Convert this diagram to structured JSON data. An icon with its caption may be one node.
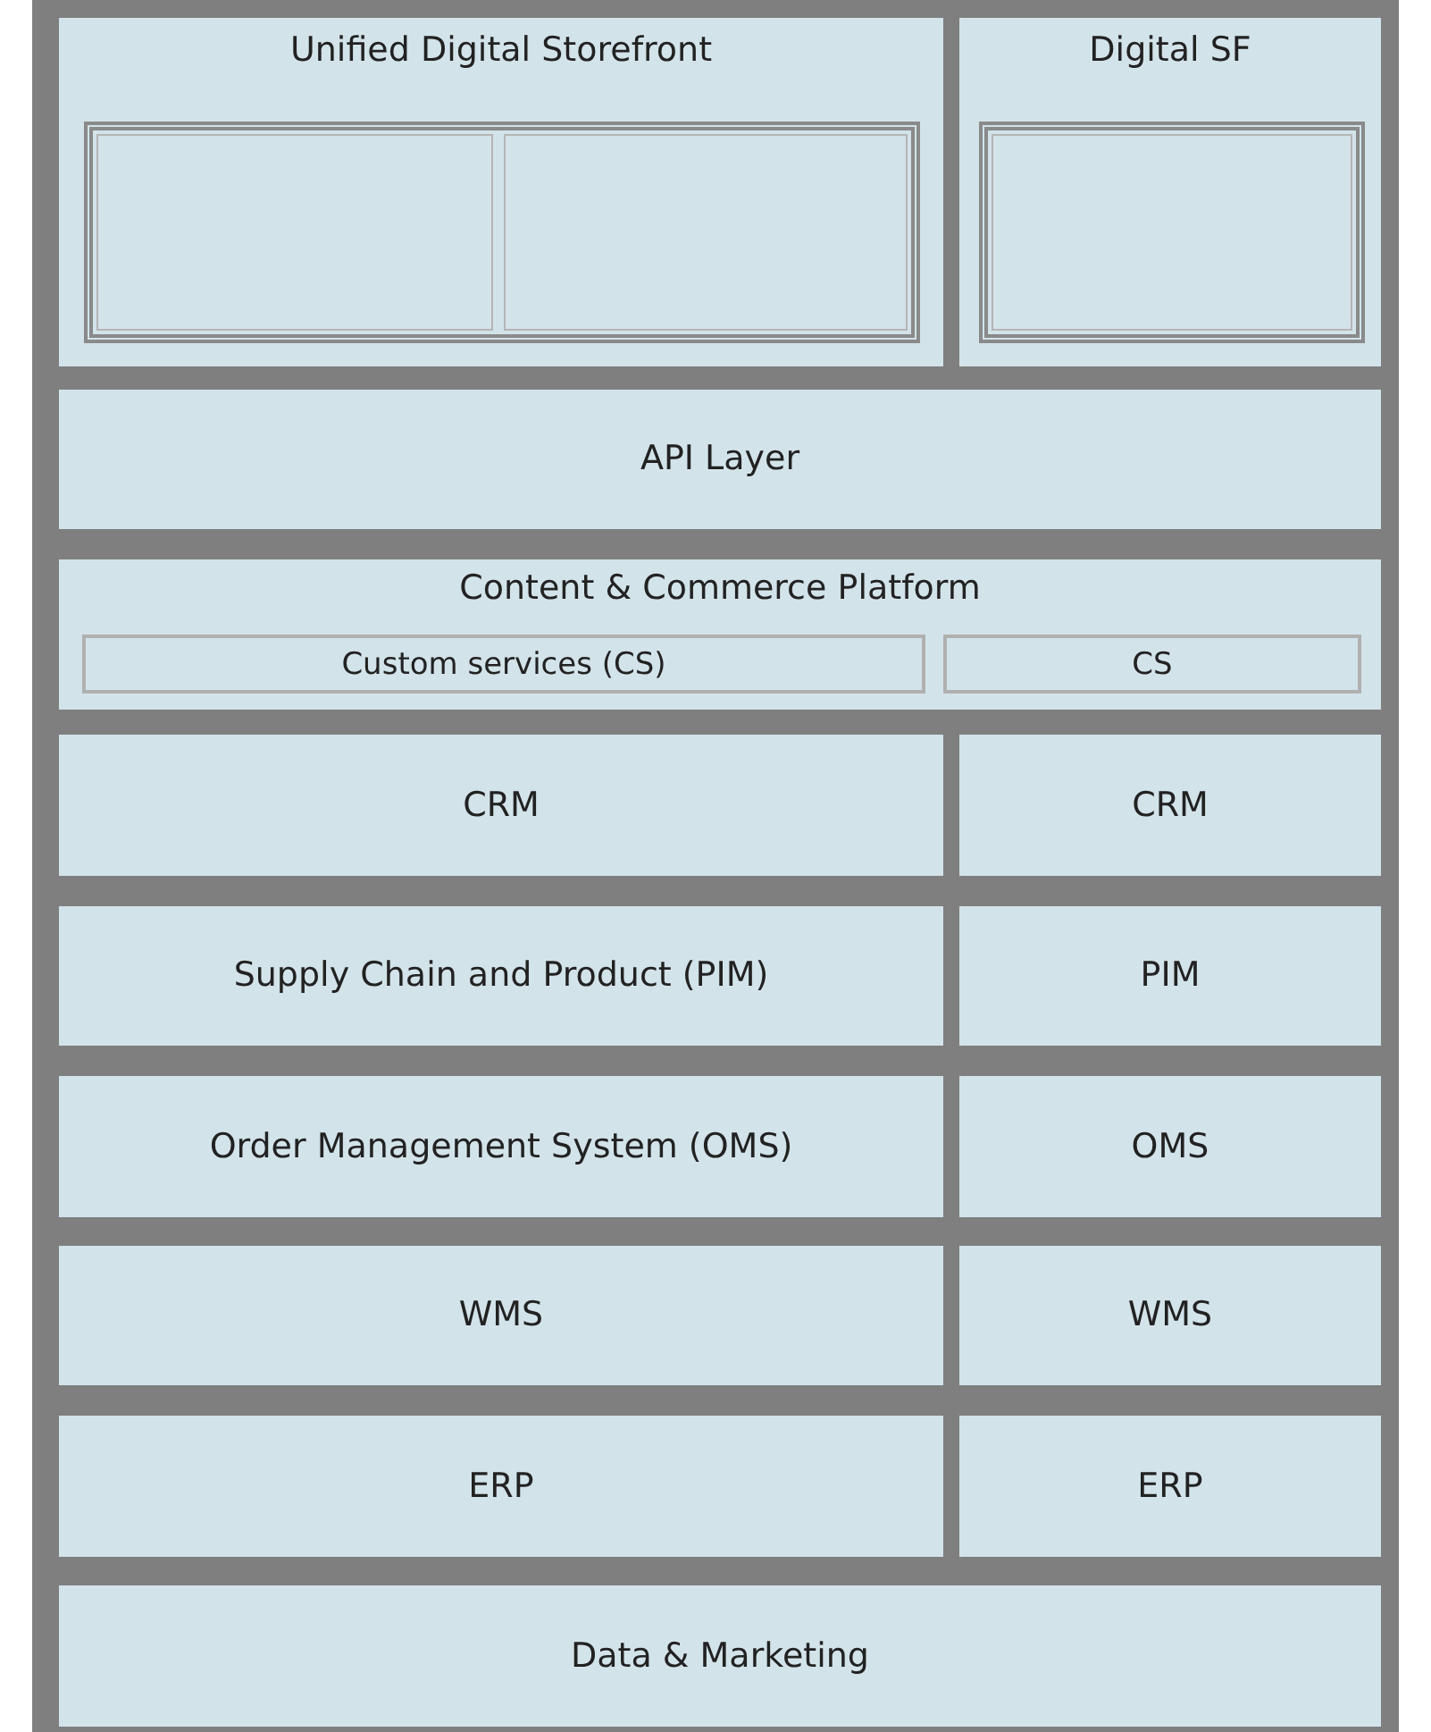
{
  "diagram": {
    "nodes": [
      {
        "text": [
          "Unified Digital Storefront"
        ]
      },
      {
        "text": [],
        "shape": "box",
        "in": 0
      },
      {
        "text": [],
        "shape": "box",
        "in": 1
      },
      {
        "text": [],
        "shape": "box",
        "in": 1
      },
      {
        "text": [
          "Digital SF"
        ]
      },
      {
        "text": [],
        "shape": "box",
        "in": 4
      },
      {
        "text": [],
        "shape": "box",
        "in": 5
      },
      {
        "text": [
          "API Layer"
        ]
      },
      {
        "text": [
          "Content & Commerce Platform"
        ]
      },
      {
        "text": [
          "Custom services (CS)"
        ],
        "in": 8
      },
      {
        "text": [
          "CS"
        ],
        "in": 8
      },
      {
        "text": [
          "CRM"
        ]
      },
      {
        "text": [
          "CRM"
        ]
      },
      {
        "text": [
          "Supply Chain and Product (PIM)"
        ]
      },
      {
        "text": [
          "PIM"
        ]
      },
      {
        "text": [
          "Order Management System (OMS)"
        ]
      },
      {
        "text": [
          "OMS"
        ]
      },
      {
        "text": [
          "WMS"
        ]
      },
      {
        "text": [
          "WMS"
        ]
      },
      {
        "text": [
          "ERP"
        ]
      },
      {
        "text": [
          "ERP"
        ]
      },
      {
        "text": [
          "Data & Marketing"
        ]
      }
    ]
  }
}
